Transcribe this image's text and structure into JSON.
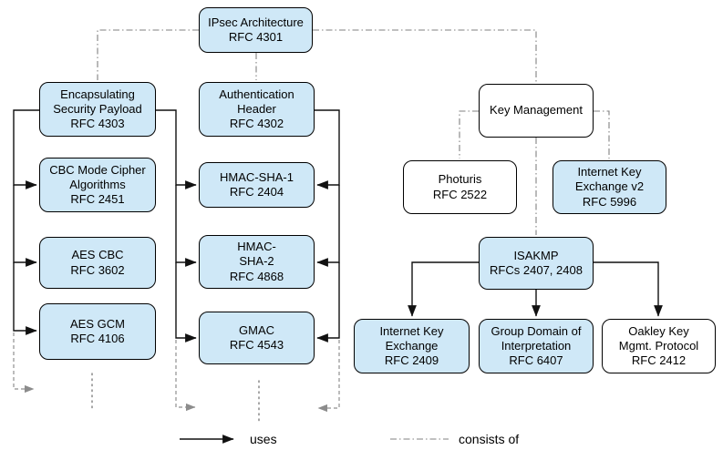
{
  "diagram": {
    "nodes": {
      "ipsec_architecture": {
        "label": "IPsec Architecture\nRFC 4301",
        "fill": "blue"
      },
      "esp": {
        "label": "Encapsulating\nSecurity Payload\nRFC 4303",
        "fill": "blue"
      },
      "ah": {
        "label": "Authentication\nHeader\nRFC 4302",
        "fill": "blue"
      },
      "key_management": {
        "label": "Key Management",
        "fill": "white"
      },
      "cbc_mode": {
        "label": "CBC Mode Cipher\nAlgorithms\nRFC 2451",
        "fill": "blue"
      },
      "hmac_sha1": {
        "label": "HMAC-SHA-1\nRFC 2404",
        "fill": "blue"
      },
      "photuris": {
        "label": "Photuris\nRFC 2522",
        "fill": "white"
      },
      "ikev2": {
        "label": "Internet Key\nExchange v2\nRFC 5996",
        "fill": "blue"
      },
      "aes_cbc": {
        "label": "AES CBC\nRFC 3602",
        "fill": "blue"
      },
      "hmac_sha2": {
        "label": "HMAC-\nSHA-2\nRFC 4868",
        "fill": "blue"
      },
      "isakmp": {
        "label": "ISAKMP\nRFCs 2407, 2408",
        "fill": "blue"
      },
      "aes_gcm": {
        "label": "AES GCM\nRFC 4106",
        "fill": "blue"
      },
      "gmac": {
        "label": "GMAC\nRFC 4543",
        "fill": "blue"
      },
      "ike": {
        "label": "Internet Key\nExchange\nRFC 2409",
        "fill": "blue"
      },
      "gdoi": {
        "label": "Group Domain of\nInterpretation\nRFC 6407",
        "fill": "blue"
      },
      "oakley": {
        "label": "Oakley Key\nMgmt. Protocol\nRFC 2412",
        "fill": "white"
      }
    },
    "edges": [
      {
        "from": "ipsec_architecture",
        "to": "esp",
        "type": "consists_of"
      },
      {
        "from": "ipsec_architecture",
        "to": "ah",
        "type": "consists_of"
      },
      {
        "from": "ipsec_architecture",
        "to": "key_management",
        "type": "consists_of"
      },
      {
        "from": "key_management",
        "to": "photuris",
        "type": "consists_of"
      },
      {
        "from": "key_management",
        "to": "ikev2",
        "type": "consists_of"
      },
      {
        "from": "key_management",
        "to": "isakmp",
        "type": "consists_of"
      },
      {
        "from": "esp",
        "to": "cbc_mode",
        "type": "uses"
      },
      {
        "from": "esp",
        "to": "aes_cbc",
        "type": "uses"
      },
      {
        "from": "esp",
        "to": "aes_gcm",
        "type": "uses"
      },
      {
        "from": "esp",
        "to": "hmac_sha1",
        "type": "uses"
      },
      {
        "from": "esp",
        "to": "hmac_sha2",
        "type": "uses"
      },
      {
        "from": "esp",
        "to": "gmac",
        "type": "uses"
      },
      {
        "from": "ah",
        "to": "hmac_sha1",
        "type": "uses"
      },
      {
        "from": "ah",
        "to": "hmac_sha2",
        "type": "uses"
      },
      {
        "from": "ah",
        "to": "gmac",
        "type": "uses"
      },
      {
        "from": "isakmp",
        "to": "ike",
        "type": "uses"
      },
      {
        "from": "isakmp",
        "to": "gdoi",
        "type": "uses"
      },
      {
        "from": "isakmp",
        "to": "oakley",
        "type": "uses"
      }
    ],
    "legend": {
      "uses_label": "uses",
      "consists_of_label": "consists of"
    }
  },
  "colors": {
    "node_fill_blue": "#cfe8f7",
    "node_fill_white": "#ffffff",
    "node_border": "#000000",
    "uses_line": "#111111",
    "consists_of_line": "#808080",
    "continuation_line": "#8f8f8f"
  }
}
